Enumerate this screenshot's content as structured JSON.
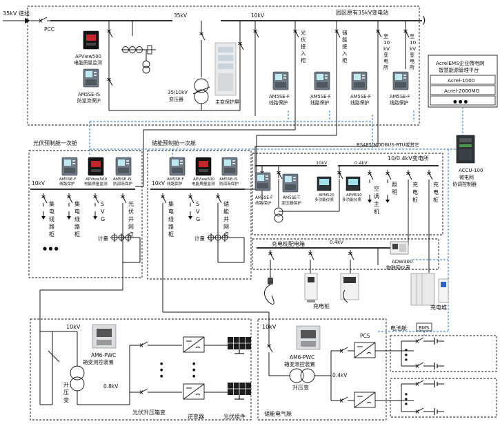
{
  "top": {
    "incoming": "35kV 进线",
    "pcc": "PCC",
    "bus_35kv": "35kV",
    "bus_10kv": "10kV",
    "substation": "园区原有35kV变电站",
    "apview_l1": "APView500",
    "apview_l2": "电能质量监测",
    "am5se_is_l1": "AM5SE-IS",
    "am5se_is_l2": "防逆流保护",
    "transformer_l1": "35/10kV",
    "transformer_l2": "变压器",
    "main_protect": "主变保护屏",
    "feeders": {
      "pv": [
        "光",
        "伏",
        "接",
        "入",
        "柜"
      ],
      "storage": [
        "储",
        "能",
        "接",
        "入",
        "柜"
      ],
      "sub1": [
        "至",
        "10",
        "kV",
        "变",
        "电",
        "所"
      ],
      "sub2": [
        "至",
        "10",
        "kV",
        "变",
        "电",
        "所"
      ]
    },
    "f1_l1": "AM5SE-F",
    "f1_l2": "线路保护",
    "f2_l1": "AM5SE-F",
    "f2_l2": "线路保护",
    "f3_l1": "AM5SE-F",
    "f3_l2": "线路保护",
    "f4_l1": "AM5SE-F",
    "f4_l2": "线路保护"
  },
  "platform": {
    "title_l1": "AcrelEMS企业微电网",
    "title_l2": "智慧能源管理平台",
    "item1": "Acrel-1000",
    "item2": "Acrel-2000MG",
    "more": "● ● ●"
  },
  "accu": {
    "bus_label": "RS485/MODBUS-RTU或其它",
    "name_l1": "ACCU-100",
    "name_l2": "微电网",
    "name_l3": "协调控制器"
  },
  "pv_cabin": {
    "title": "光伏预制舱一次舱",
    "bus": "10kV",
    "d1_l1": "AM5SE-F",
    "d1_l2": "线路保护",
    "d2_l1": "APView500",
    "d2_l2": "电能质量监测",
    "d3_l1": "AM5SE-IS",
    "d3_l2": "防孤岛保护",
    "col1": [
      "集",
      "电",
      "线",
      "路",
      "柜"
    ],
    "col2": [
      "集",
      "电",
      "线",
      "路",
      "柜"
    ],
    "col3": [
      "S",
      "V",
      "G"
    ],
    "col4": [
      "光",
      "伏",
      "并",
      "网",
      "点"
    ],
    "meter": "计量",
    "dots": "● ● ●"
  },
  "es_cabin": {
    "title": "储能预制舱一次舱",
    "bus": "10kV",
    "d1_l1": "AM5SE-F",
    "d1_l2": "线路保护",
    "d2_l1": "APView500",
    "d2_l2": "电能质量监测",
    "d3_l1": "AM5SE-IS",
    "d3_l2": "防孤岛保护",
    "col1": [
      "集",
      "电",
      "线",
      "路",
      "柜"
    ],
    "col2": [
      "S",
      "V",
      "G"
    ],
    "col3": [
      "储",
      "能",
      "并",
      "网",
      "点"
    ],
    "meter": "计量"
  },
  "sub04": {
    "title": "10/0.4kV变电所",
    "v10": "10kV",
    "v04": "0.4kV",
    "d1_l1": "AM5SE-F",
    "d1_l2": "线路保护",
    "d2_l1": "AM5SE-T",
    "d2_l2": "变压器保护",
    "m1_l1": "APM520",
    "m1_l2": "多功能仪表",
    "m2_l1": "APM510",
    "m2_l2": "多功能仪表",
    "col1": [
      "空",
      "调",
      "主",
      "机"
    ],
    "col2": [
      "照",
      "明"
    ],
    "col3": [
      "充",
      "电",
      "桩"
    ],
    "col4": [
      "充",
      "电",
      "桩"
    ]
  },
  "charging": {
    "box": "充电桩配电箱",
    "v": "0.4kV",
    "adw_l1": "ADW300",
    "adw_l2": "物联网仪表",
    "pile": "充电桩",
    "stack": "充电堆"
  },
  "pv_box": {
    "bus": "10kV",
    "ctrl_l1": "AM6-PWC",
    "ctrl_l2": "箱变测控装置",
    "trafo": [
      "升",
      "压",
      "变"
    ],
    "v": "0.8kV",
    "dots": "● ● ●",
    "title": "光伏升压箱变",
    "inverter": "逆变器",
    "module": "光伏组件"
  },
  "es_room": {
    "bus": "10kV",
    "ctrl_l1": "AM6-PWC",
    "ctrl_l2": "箱变测控装置",
    "trafo": "升压变",
    "v": "0.4kV",
    "pcs": "PCS",
    "title": "储能电气舱"
  },
  "battery": {
    "title": "电池舱",
    "bms": "BMS",
    "dots": "● ● ●"
  }
}
